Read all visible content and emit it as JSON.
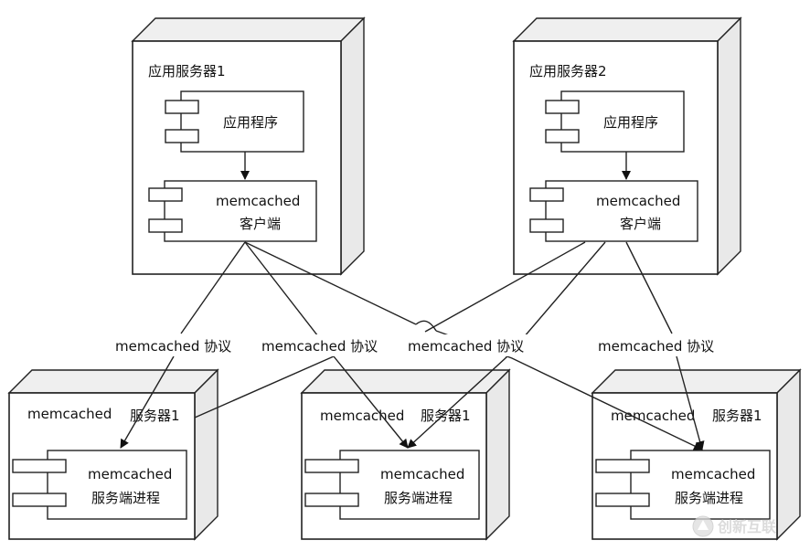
{
  "app_servers": [
    {
      "title": "应用服务器1",
      "program": "应用程序",
      "client_line1": "memcached",
      "client_line2": "客户端"
    },
    {
      "title": "应用服务器2",
      "program": "应用程序",
      "client_line1": "memcached",
      "client_line2": "客户端"
    }
  ],
  "mc_servers": [
    {
      "title_a": "memcached",
      "title_b": "服务器1",
      "proc_line1": "memcached",
      "proc_line2": "服务端进程"
    },
    {
      "title_a": "memcached",
      "title_b": "服务器1",
      "proc_line1": "memcached",
      "proc_line2": "服务端进程"
    },
    {
      "title_a": "memcached",
      "title_b": "服务器1",
      "proc_line1": "memcached",
      "proc_line2": "服务端进程"
    }
  ],
  "protocol_labels": [
    "memcached  协议",
    "memcached  协议",
    "memcached  协议",
    "memcached  协议"
  ],
  "watermark": "创新互联"
}
